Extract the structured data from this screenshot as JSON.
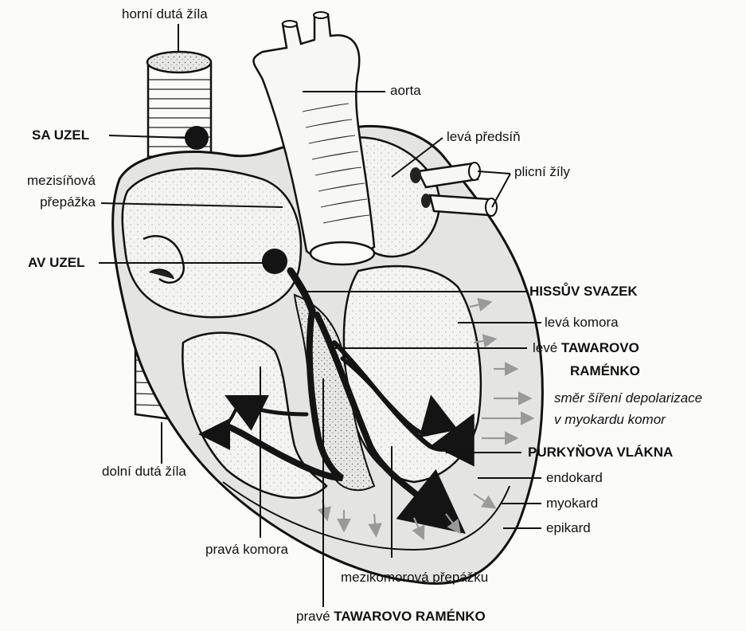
{
  "labels": {
    "horni_duta_zila": "horní dutá žíla",
    "aorta": "aorta",
    "leva_predsin": "levá předsíň",
    "plicni_zily": "plicní žíly",
    "sa_uzel": "SA UZEL",
    "mezisinova_line1": "mezisíňová",
    "mezisinova_line2": "přepážka",
    "av_uzel": "AV UZEL",
    "hissuv_svazek": "HISSŮV SVAZEK",
    "leva_komora": "levá komora",
    "leve_prefix": "levé",
    "leve_tawarovo": "TAWAROVO",
    "leve_ramenko": "RAMÉNKO",
    "smer_line1": "směr šíření depolarizace",
    "smer_line2": "v myokardu komor",
    "purkynova_vlakna": "PURKYŇOVA VLÁKNA",
    "endokard": "endokard",
    "myokard": "myokard",
    "epikard": "epikard",
    "dolni_duta_zila": "dolní dutá žíla",
    "prava_komora": "pravá komora",
    "mezikomorova": "mezikomorová přepážku",
    "prave_prefix": "pravé",
    "prave_tawarovo": "TAWAROVO RAMÉNKO"
  },
  "colors": {
    "outline": "#111111",
    "myocardium_fill": "#e4e4e2",
    "chamber_fill": "#f4f4f2",
    "conduction": "#141414",
    "wave_arrow": "#9a9a9a"
  }
}
